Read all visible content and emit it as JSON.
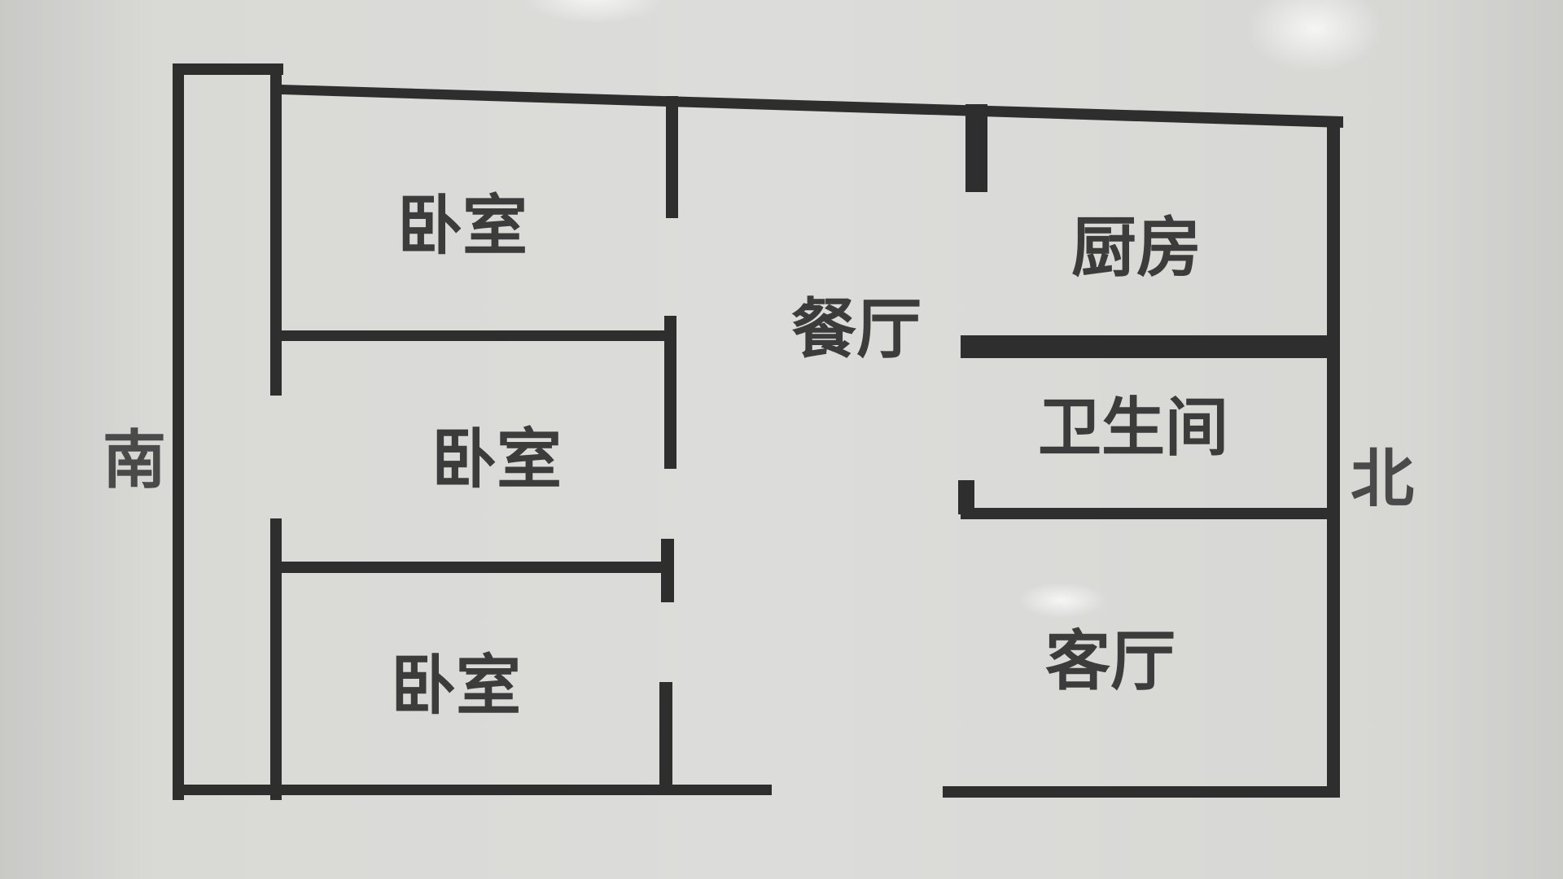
{
  "rooms": {
    "bedroom_top": "卧室",
    "bedroom_middle": "卧室",
    "bedroom_bottom": "卧室",
    "dining_room": "餐厅",
    "kitchen": "厨房",
    "bathroom": "卫生间",
    "living_room": "客厅"
  },
  "directions": {
    "south": "南",
    "north": "北"
  },
  "colors": {
    "wall": "#2e2e2e",
    "background": "#dcdcda",
    "label": "#3c3c3c"
  }
}
